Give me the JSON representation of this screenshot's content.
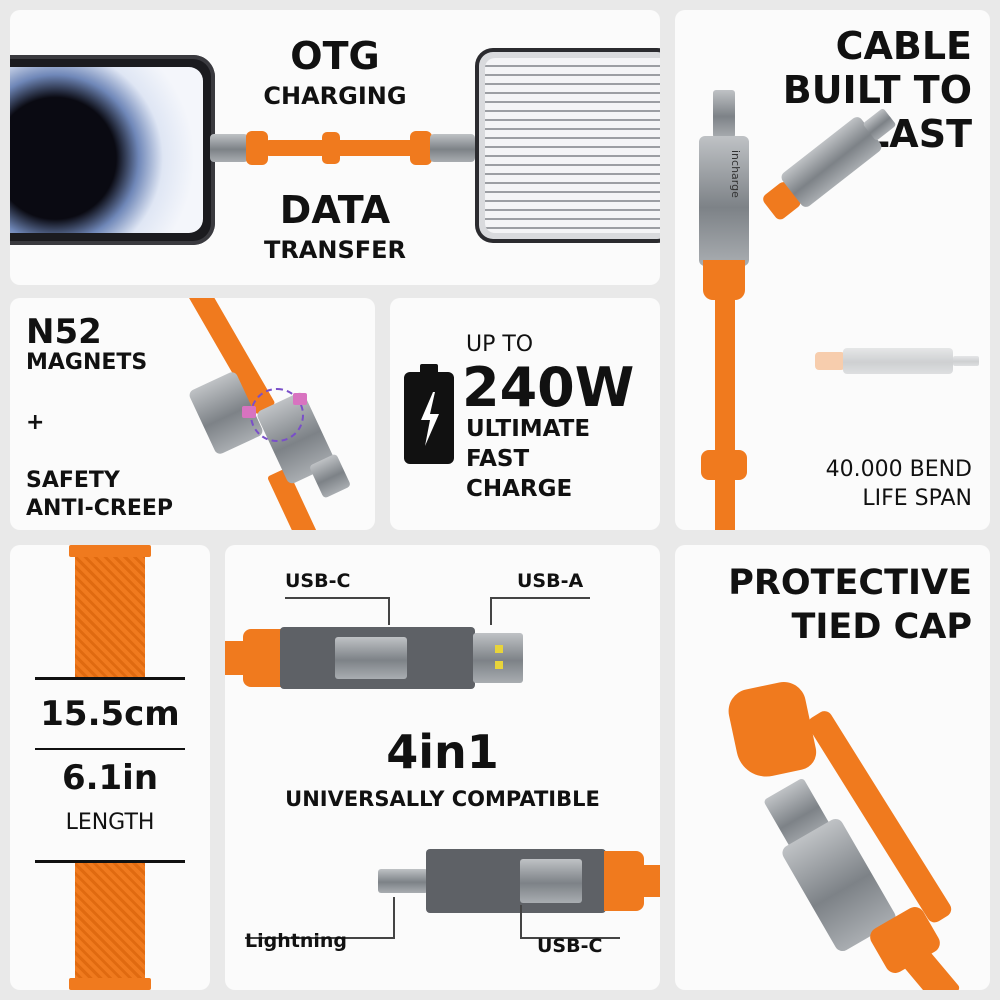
{
  "otg": {
    "line1": "OTG",
    "line2": "CHARGING",
    "line3": "DATA",
    "line4": "TRANSFER"
  },
  "cable": {
    "title1": "CABLE",
    "title2": "BUILT TO",
    "title3": "LAST",
    "bend1": "40.000 BEND",
    "bend2": "LIFE SPAN",
    "brand": "incharge"
  },
  "magnets": {
    "line1": "N52",
    "line2": "MAGNETS",
    "plus": "+",
    "line3": "SAFETY",
    "line4": "ANTI-CREEP"
  },
  "power": {
    "upto": "UP TO",
    "watts": "240W",
    "l1": "ULTIMATE",
    "l2": "FAST",
    "l3": "CHARGE"
  },
  "length": {
    "cm": "15.5cm",
    "inch": "6.1in",
    "label": "LENGTH"
  },
  "fourinone": {
    "usbc_top": "USB-C",
    "usba": "USB-A",
    "big": "4in1",
    "sub": "UNIVERSALLY COMPATIBLE",
    "lightning": "Lightning",
    "usbc_bottom": "USB-C"
  },
  "cap": {
    "line1": "PROTECTIVE",
    "line2": "TIED CAP"
  },
  "colors": {
    "accent": "#f07a1e",
    "panel": "#fbfbfb",
    "background": "#e9e9e9"
  }
}
